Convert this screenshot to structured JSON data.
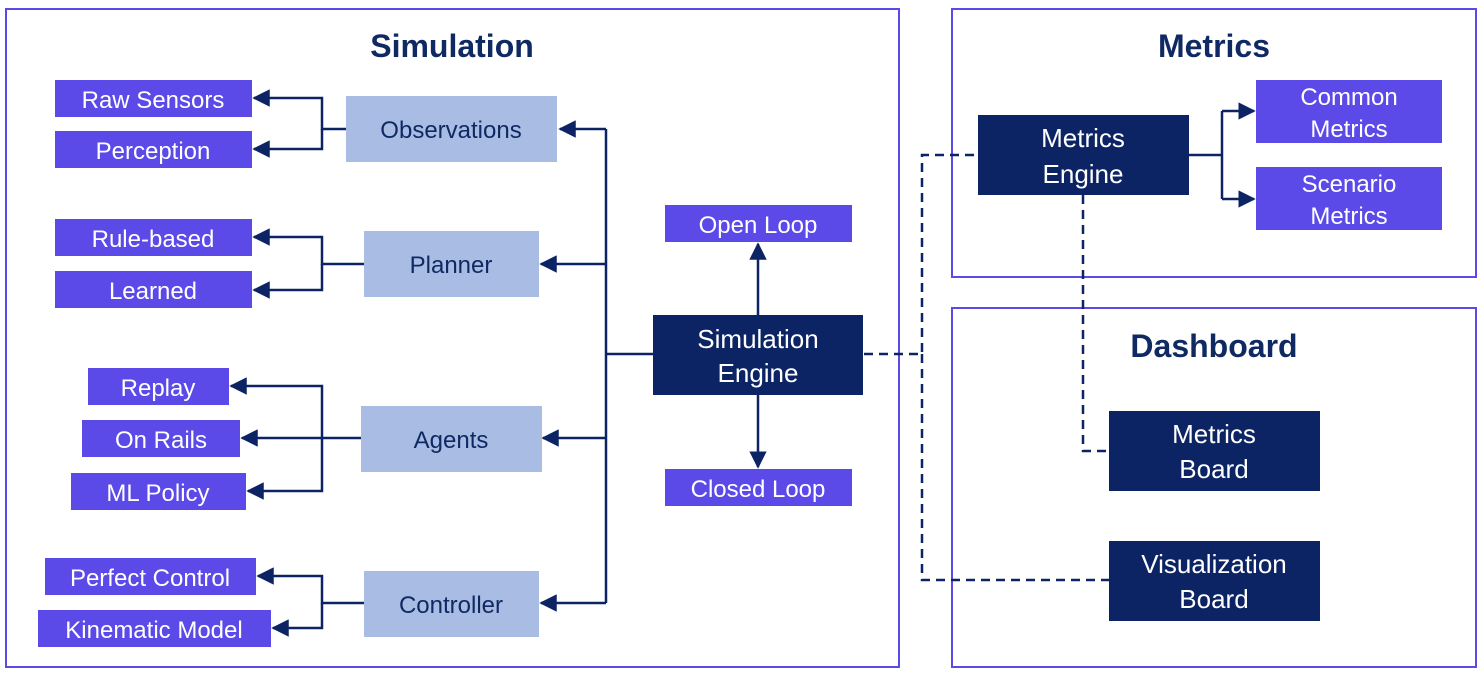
{
  "panels": {
    "simulation": {
      "title": "Simulation"
    },
    "metrics": {
      "title": "Metrics"
    },
    "dashboard": {
      "title": "Dashboard"
    }
  },
  "simulation": {
    "engine": {
      "line1": "Simulation",
      "line2": "Engine"
    },
    "open_loop": "Open Loop",
    "closed_loop": "Closed Loop",
    "observations": {
      "label": "Observations",
      "children": [
        "Raw Sensors",
        "Perception"
      ]
    },
    "planner": {
      "label": "Planner",
      "children": [
        "Rule-based",
        "Learned"
      ]
    },
    "agents": {
      "label": "Agents",
      "children": [
        "Replay",
        "On Rails",
        "ML Policy"
      ]
    },
    "controller": {
      "label": "Controller",
      "children": [
        "Perfect Control",
        "Kinematic Model"
      ]
    }
  },
  "metrics": {
    "engine": {
      "line1": "Metrics",
      "line2": "Engine"
    },
    "common": {
      "line1": "Common",
      "line2": "Metrics"
    },
    "scenario": {
      "line1": "Scenario",
      "line2": "Metrics"
    }
  },
  "dashboard": {
    "metrics_board": {
      "line1": "Metrics",
      "line2": "Board"
    },
    "visualization_board": {
      "line1": "Visualization",
      "line2": "Board"
    }
  },
  "colors": {
    "accent": "#5b4ae8",
    "dark": "#0c2463",
    "light": "#a9bce3"
  }
}
